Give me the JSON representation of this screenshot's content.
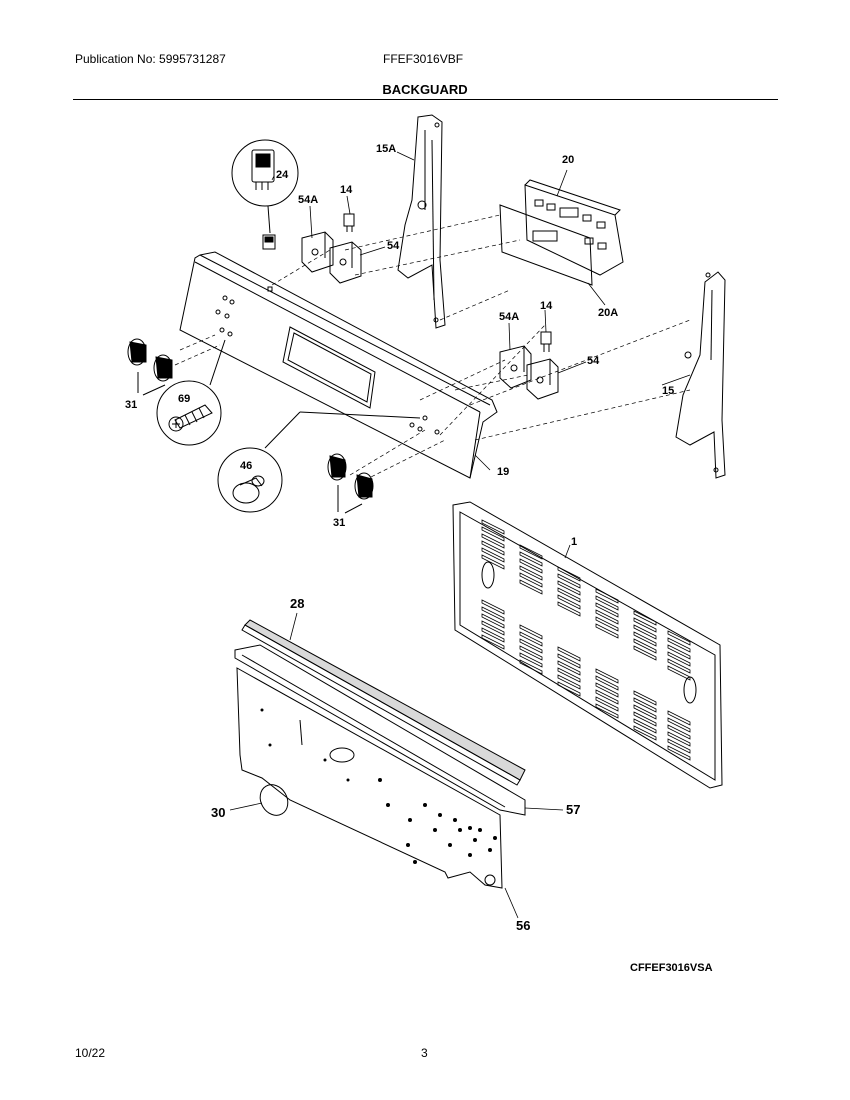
{
  "header": {
    "publication": "Publication No: 5995731287",
    "model": "FFEF3016VBF",
    "title": "BACKGUARD"
  },
  "diagram": {
    "parts": [
      {
        "id": "p24",
        "label": "24"
      },
      {
        "id": "p15A",
        "label": "15A"
      },
      {
        "id": "p20",
        "label": "20"
      },
      {
        "id": "p14a",
        "label": "14"
      },
      {
        "id": "p54Aa",
        "label": "54A"
      },
      {
        "id": "p54a",
        "label": "54"
      },
      {
        "id": "p20A",
        "label": "20A"
      },
      {
        "id": "p14b",
        "label": "14"
      },
      {
        "id": "p54Ab",
        "label": "54A"
      },
      {
        "id": "p54b",
        "label": "54"
      },
      {
        "id": "p15",
        "label": "15"
      },
      {
        "id": "p31a",
        "label": "31"
      },
      {
        "id": "p69",
        "label": "69"
      },
      {
        "id": "p19",
        "label": "19"
      },
      {
        "id": "p46",
        "label": "46"
      },
      {
        "id": "p31b",
        "label": "31"
      },
      {
        "id": "p1",
        "label": "1"
      },
      {
        "id": "p28",
        "label": "28"
      },
      {
        "id": "p30",
        "label": "30"
      },
      {
        "id": "p57",
        "label": "57"
      },
      {
        "id": "p56",
        "label": "56"
      }
    ],
    "drawing_code": "CFFEF3016VSA"
  },
  "footer": {
    "date": "10/22",
    "page": "3"
  }
}
